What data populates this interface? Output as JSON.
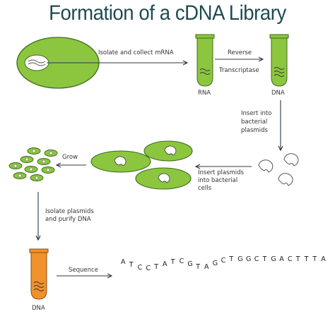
{
  "title": "Formation of a cDNA Library",
  "labels": {
    "isolate_mrna": "Isolate and collect mRNA",
    "reverse": "Reverse",
    "transcriptase": "Transcriptase",
    "rna": "RNA",
    "dna_top": "DNA",
    "insert_plasmids_1": "Insert into",
    "insert_plasmids_2": "bacterial",
    "insert_plasmids_3": "plasmids",
    "insert_cells_1": "Insert plasmids",
    "insert_cells_2": "into bacterial",
    "insert_cells_3": "cells",
    "grow": "Grow",
    "isolate_purify_1": "Isolate plasmids",
    "isolate_purify_2": "and purify DNA",
    "sequence": "Sequence",
    "dna_bottom": "DNA"
  },
  "sequence_letters": [
    "A",
    "T",
    "C",
    "C",
    "T",
    "A",
    "T",
    "C",
    "G",
    "T",
    "A",
    "G",
    "C",
    "T",
    "G",
    "G",
    "C",
    "T",
    "G",
    "A",
    "C",
    "T",
    "T",
    "T",
    "A"
  ],
  "colors": {
    "green": "#8cc63f",
    "green_dark": "#3d6b1a",
    "orange": "#f0922b",
    "title": "#1f4a52",
    "arrow": "#2b3a44"
  }
}
